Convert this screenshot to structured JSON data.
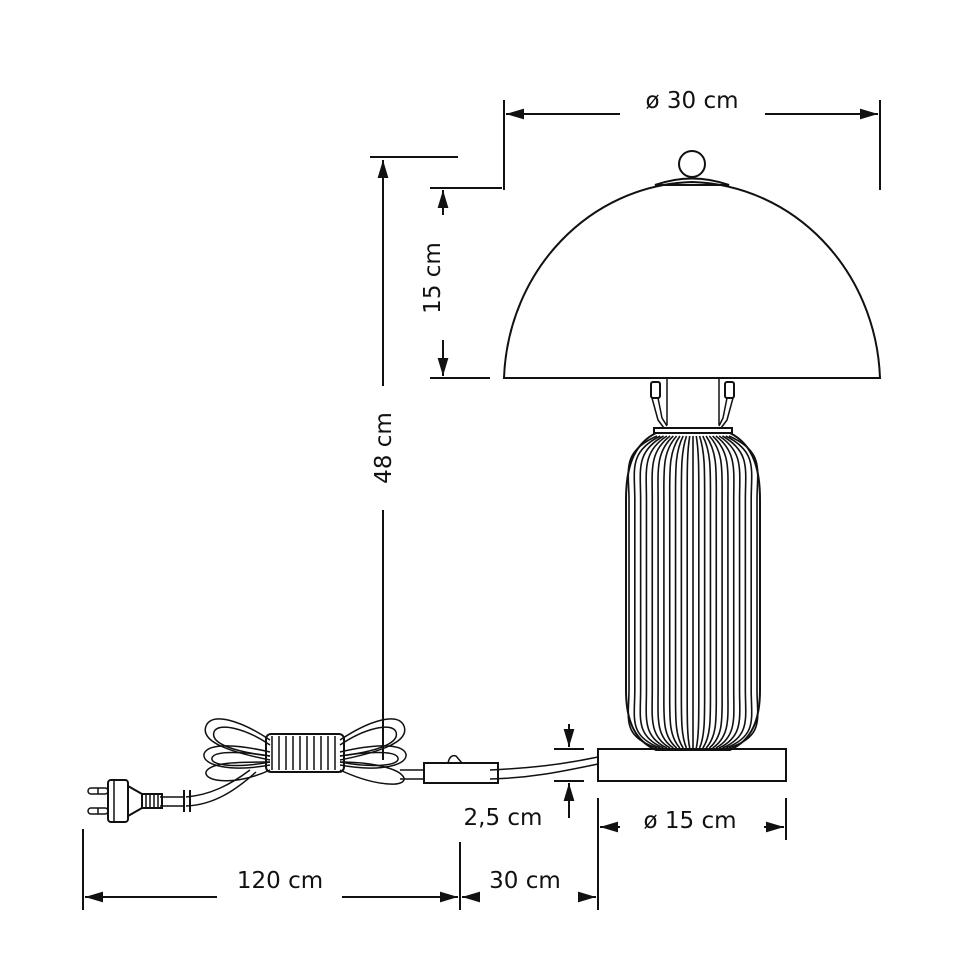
{
  "diagram": {
    "subject": "Table lamp technical drawing",
    "colors": {
      "line": "#111111",
      "background": "#ffffff"
    },
    "dimensions": {
      "shade_diameter": {
        "symbol": "ø",
        "label": "30 cm"
      },
      "shade_height": {
        "label": "15 cm"
      },
      "total_height": {
        "label": "48 cm"
      },
      "base_height": {
        "label": "2,5 cm"
      },
      "base_diameter": {
        "symbol": "ø",
        "label": "15 cm"
      },
      "cable_length": {
        "label": "120 cm"
      },
      "cable_to_switch": {
        "label": "30 cm"
      }
    },
    "components": [
      {
        "name": "finial",
        "icon": "ball-finial"
      },
      {
        "name": "dome shade",
        "icon": "half-dome"
      },
      {
        "name": "socket brackets",
        "icon": "bracket-pair"
      },
      {
        "name": "ribbed body",
        "icon": "ribbed-capsule"
      },
      {
        "name": "round base",
        "icon": "disc-base"
      },
      {
        "name": "inline switch",
        "icon": "rocker-switch"
      },
      {
        "name": "coiled cable",
        "icon": "cable-coil"
      },
      {
        "name": "euro plug",
        "icon": "two-pin-plug"
      }
    ]
  }
}
